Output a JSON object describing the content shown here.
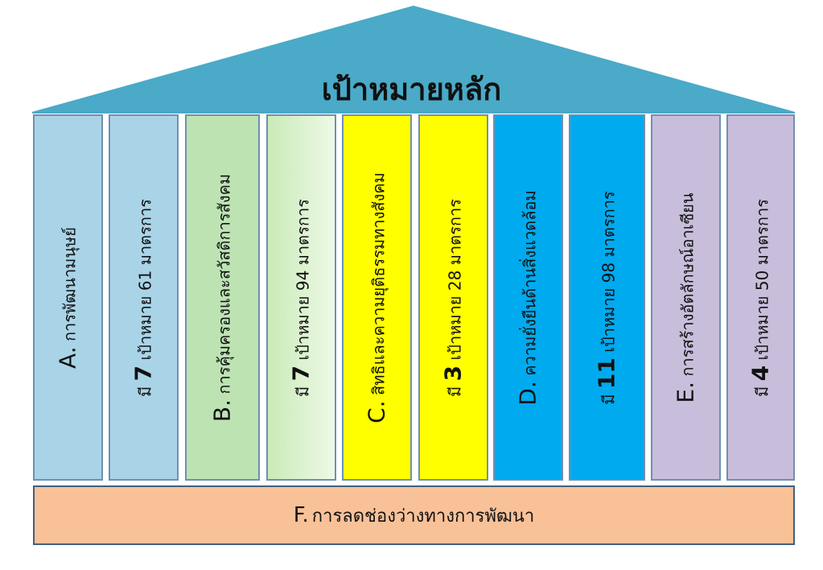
{
  "title": "เป้าหมายหลัก",
  "colors": {
    "roof": "#4aaac8",
    "base": "#f9c198",
    "pillar_a": "#a9d4e8",
    "pillar_b": "#bde3b3",
    "pillar_c": "#ffff00",
    "pillar_d": "#00aaee",
    "pillar_e": "#c8bedb"
  },
  "pillars": [
    {
      "letter": "A.",
      "text": "การพัฒนามนุษย์"
    },
    {
      "prefix": "มี",
      "num": "7",
      "text": "เป้าหมาย  61 มาตรการ"
    },
    {
      "letter": "B.",
      "text": "การคุ้มครองและสวัสดิการสังคม"
    },
    {
      "prefix": "มี",
      "num": "7",
      "text": "เป้าหมาย 94 มาตรการ"
    },
    {
      "letter": "C.",
      "text": "สิทธิและความยุติธรรมทางสังคม"
    },
    {
      "prefix": "มี",
      "num": "3",
      "text": "เป้าหมาย 28 มาตรการ"
    },
    {
      "letter": "D.",
      "text": "ความยั่งยืนด้านสิ่งแวดล้อม"
    },
    {
      "prefix": "มี",
      "num": "11",
      "text": "เป้าหมาย 98 มาตรการ"
    },
    {
      "letter": "E.",
      "text": "การสร้างอัตลักษณ์อาเซียน"
    },
    {
      "prefix": "มี",
      "num": "4",
      "text": "เป้าหมาย 50 มาตรการ"
    }
  ],
  "base": {
    "letter": "F.",
    "text": "การลดช่องว่างทางการพัฒนา"
  }
}
